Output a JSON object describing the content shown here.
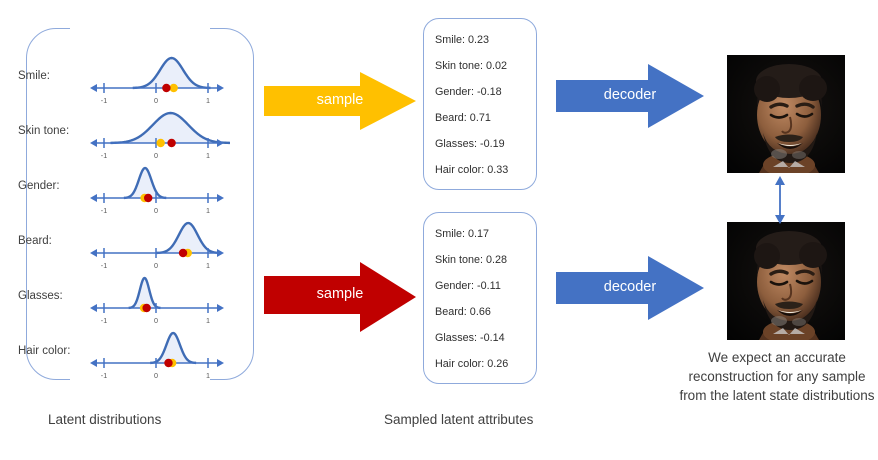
{
  "palette": {
    "bracket_blue": "#8faadc",
    "axis_blue": "#4472c4",
    "curve_blue": "#3f6cb5",
    "curve_fill": "#eaeffa",
    "dot_red": "#c00000",
    "dot_yellow": "#ffc000",
    "arrow_yellow": "#ffc000",
    "arrow_red": "#c00000",
    "arrow_blue": "#4472c4",
    "text_gray": "#404040"
  },
  "latent_panel": {
    "caption": "Latent distributions",
    "axis_ticks": [
      "-1",
      "0",
      "1"
    ],
    "rows": [
      {
        "label": "Smile:",
        "mean": 0.3,
        "sigma": 0.22,
        "red": 0.2,
        "yellow": 0.34
      },
      {
        "label": "Skin tone:",
        "mean": 0.28,
        "sigma": 0.34,
        "red": 0.3,
        "yellow": 0.09
      },
      {
        "label": "Gender:",
        "mean": -0.21,
        "sigma": 0.12,
        "red": -0.15,
        "yellow": -0.22
      },
      {
        "label": "Beard:",
        "mean": 0.62,
        "sigma": 0.18,
        "red": 0.52,
        "yellow": 0.61
      },
      {
        "label": "Glasses:",
        "mean": -0.22,
        "sigma": 0.09,
        "red": -0.18,
        "yellow": -0.23
      },
      {
        "label": "Hair color:",
        "mean": 0.33,
        "sigma": 0.13,
        "red": 0.24,
        "yellow": 0.31
      }
    ]
  },
  "sample_arrows": [
    {
      "label": "sample",
      "color": "#ffc000",
      "name": "sample-arrow-top"
    },
    {
      "label": "sample",
      "color": "#c00000",
      "name": "sample-arrow-bottom"
    }
  ],
  "attributes_panel": {
    "caption": "Sampled latent attributes",
    "boxes": [
      {
        "name": "sampled-attributes-top",
        "items": [
          "Smile:  0.23",
          "Skin tone: 0.02",
          "Gender: -0.18",
          "Beard: 0.71",
          "Glasses: -0.19",
          "Hair color: 0.33"
        ]
      },
      {
        "name": "sampled-attributes-bottom",
        "items": [
          "Smile:  0.17",
          "Skin tone: 0.28",
          "Gender: -0.11",
          "Beard: 0.66",
          "Glasses: -0.14",
          "Hair color: 0.26"
        ]
      }
    ]
  },
  "decoder_arrows": [
    {
      "label": "decoder",
      "color": "#4472c4",
      "name": "decoder-arrow-top"
    },
    {
      "label": "decoder",
      "color": "#4472c4",
      "name": "decoder-arrow-bottom"
    }
  ],
  "outputs": {
    "faces": [
      {
        "name": "reconstructed-face-top",
        "alt": "smiling bearded man on black background"
      },
      {
        "name": "reconstructed-face-bottom",
        "alt": "smiling bearded man on black background"
      }
    ],
    "note": "We expect an accurate reconstruction for any sample from the latent state distributions"
  }
}
